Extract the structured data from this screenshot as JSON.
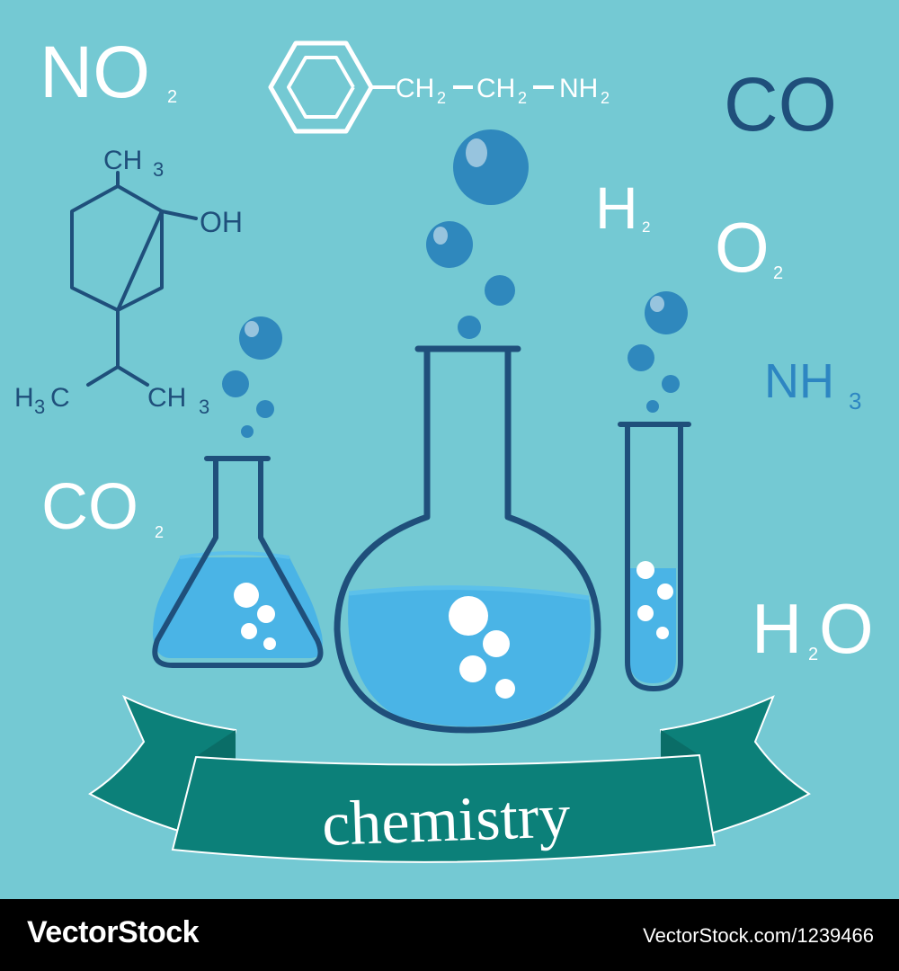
{
  "banner": {
    "text": "chemistry"
  },
  "formulas": {
    "no2": {
      "main": "NO",
      "sub": "2"
    },
    "co": {
      "main": "CO"
    },
    "h2": {
      "main": "H",
      "sub": "2"
    },
    "o2": {
      "main": "O",
      "sub": "2"
    },
    "nh3": {
      "main": "NH",
      "sub": "3"
    },
    "co2": {
      "main": "CO",
      "sub": "2"
    },
    "h2o": {
      "h": "H",
      "sub": "2",
      "o": "O"
    }
  },
  "phenethylamine": {
    "ch2a": "CH",
    "sub_a": "2",
    "ch2b": "CH",
    "sub_b": "2",
    "nh2": "NH",
    "sub_c": "2"
  },
  "menthol_like": {
    "ch3_top": "CH",
    "sub_top": "3",
    "oh": "OH",
    "h3c_left_h": "H",
    "sub_left": "3",
    "h3c_left_c": "C",
    "ch3_right": "CH",
    "sub_right": "3"
  },
  "footer": {
    "brand": "VectorStock",
    "reference": "VectorStock.com/1239466"
  },
  "colors": {
    "background": "#74c9d3",
    "navy": "#1f4f7b",
    "liquid": "#4ab4e6",
    "bubble": "#2f88bd",
    "ribbon": "#0c8079",
    "ribbon_dark": "#0a6d67",
    "white": "#ffffff"
  }
}
